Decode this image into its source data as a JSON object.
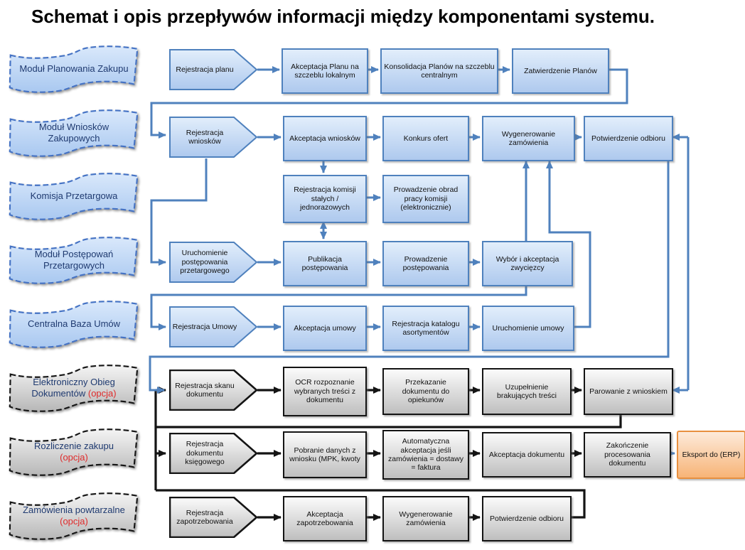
{
  "title": "Schemat i opis przepływów informacji między komponentami systemu.",
  "colors": {
    "blue_line": "#4f81bd",
    "black_line": "#141414",
    "flag_text": "#1f3a70",
    "opcja_text": "#e02b2b",
    "erp_fill": "#f7b477",
    "erp_border": "#e8903f"
  },
  "lanes": [
    {
      "flag": "Moduł Planowania Zakupu",
      "opcja": "",
      "steps": [
        "Rejestracja planu",
        "Akceptacja Planu na szczeblu lokalnym",
        "Konsolidacja Planów na szczeblu centralnym",
        "Zatwierdzenie Planów"
      ]
    },
    {
      "flag": "Moduł Wniosków Zakupowych",
      "opcja": "",
      "steps": [
        "Rejestracja wniosków",
        "Akceptacja wniosków",
        "Konkurs ofert",
        "Wygenerowanie zamówienia",
        "Potwierdzenie odbioru"
      ]
    },
    {
      "flag": "Komisja Przetargowa",
      "opcja": "",
      "steps": [
        "Rejestracja komisji stałych / jednorazowych",
        "Prowadzenie obrad pracy komisji (elektronicznie)"
      ]
    },
    {
      "flag": "Moduł Postępowań Przetargowych",
      "opcja": "",
      "steps": [
        "Uruchomienie postępowania przetargowego",
        "Publikacja postępowania",
        "Prowadzenie postępowania",
        "Wybór i akceptacja zwycięzcy"
      ]
    },
    {
      "flag": "Centralna Baza Umów",
      "opcja": "",
      "steps": [
        "Rejestracja Umowy",
        "Akceptacja umowy",
        "Rejestracja katalogu asortymentów",
        "Uruchomienie umowy"
      ]
    },
    {
      "flag": "Elektroniczny Obieg Dokumentów",
      "opcja": "(opcja)",
      "steps": [
        "Rejestracja skanu dokumentu",
        "OCR rozpoznanie wybranych treści z dokumentu",
        "Przekazanie dokumentu do opiekunów",
        "Uzupełnienie brakujących treści",
        "Parowanie z wnioskiem"
      ]
    },
    {
      "flag": "Rozliczenie zakupu",
      "opcja": "(opcja)",
      "steps": [
        "Rejestracja dokumentu księgowego",
        "Pobranie danych z wniosku (MPK, kwoty",
        "Automatyczna akceptacja jeśli zamówienia = dostawy = faktura",
        "Akceptacja dokumentu",
        "Zakończenie procesowania dokumentu"
      ]
    },
    {
      "flag": "Zamówienia powtarzalne",
      "opcja": "(opcja)",
      "steps": [
        "Rejestracja zapotrzebowania",
        "Akceptacja zapotrzebowania",
        "Wygenerowanie zamówienia",
        "Potwierdzenie odbioru"
      ]
    }
  ],
  "export_box": "Eksport do (ERP)"
}
